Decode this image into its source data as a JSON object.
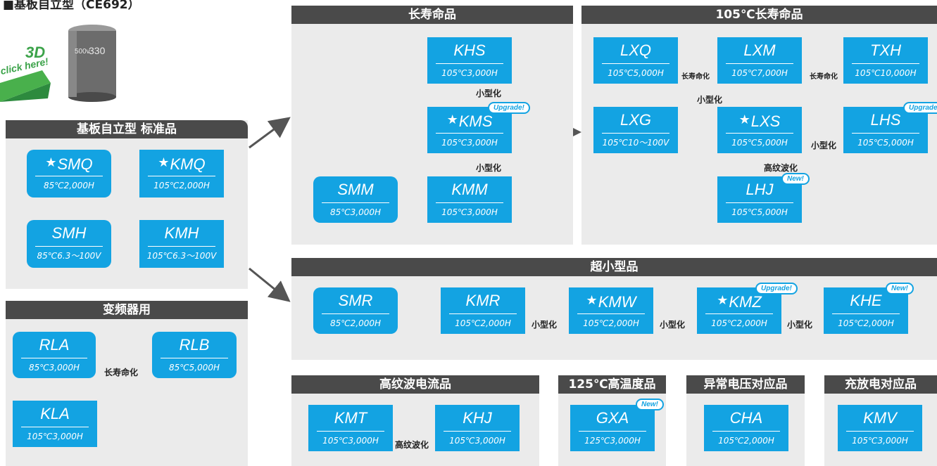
{
  "page_title": "■基板自立型（CE692）",
  "banner": {
    "big": "3D",
    "small": "click here!"
  },
  "sections": {
    "standard": "基板自立型 标准品",
    "inverter": "变频器用",
    "long_life": "长寿命品",
    "long_life_105": "105℃长寿命品",
    "ultra_small": "超小型品",
    "high_ripple": "高纹波电流品",
    "high_temp": "125℃高温度品",
    "abnormal_voltage": "异常电压对应品",
    "charge_discharge": "充放电对应品"
  },
  "products": {
    "SMQ": {
      "star": "★",
      "name": "SMQ",
      "spec": "85℃2,000H"
    },
    "KMQ": {
      "star": "★",
      "name": "KMQ",
      "spec": "105℃2,000H"
    },
    "SMH": {
      "name": "SMH",
      "spec": "85℃6.3～100V"
    },
    "KMH": {
      "name": "KMH",
      "spec": "105℃6.3～100V"
    },
    "RLA": {
      "name": "RLA",
      "spec": "85℃3,000H"
    },
    "RLB": {
      "name": "RLB",
      "spec": "85℃5,000H"
    },
    "KLA": {
      "name": "KLA",
      "spec": "105℃3,000H"
    },
    "KHS": {
      "name": "KHS",
      "spec": "105℃3,000H"
    },
    "KMS": {
      "star": "★",
      "name": "KMS",
      "spec": "105℃3,000H"
    },
    "KMM": {
      "name": "KMM",
      "spec": "105℃3,000H"
    },
    "SMM": {
      "name": "SMM",
      "spec": "85℃3,000H"
    },
    "LXQ": {
      "name": "LXQ",
      "spec": "105℃5,000H"
    },
    "LXM": {
      "name": "LXM",
      "spec": "105℃7,000H"
    },
    "TXH": {
      "name": "TXH",
      "spec": "105℃10,000H"
    },
    "LXG": {
      "name": "LXG",
      "spec": "105℃10～100V"
    },
    "LXS": {
      "star": "★",
      "name": "LXS",
      "spec": "105℃5,000H"
    },
    "LHS": {
      "name": "LHS",
      "spec": "105℃5,000H"
    },
    "LHJ": {
      "name": "LHJ",
      "spec": "105℃5,000H"
    },
    "SMR": {
      "name": "SMR",
      "spec": "85℃2,000H"
    },
    "KMR": {
      "name": "KMR",
      "spec": "105℃2,000H"
    },
    "KMW": {
      "star": "★",
      "name": "KMW",
      "spec": "105℃2,000H"
    },
    "KMZ": {
      "star": "★",
      "name": "KMZ",
      "spec": "105℃2,000H"
    },
    "KHE": {
      "name": "KHE",
      "spec": "105℃2,000H"
    },
    "KMT": {
      "name": "KMT",
      "spec": "105℃3,000H"
    },
    "KHJ": {
      "name": "KHJ",
      "spec": "105℃3,000H"
    },
    "GXA": {
      "name": "GXA",
      "spec": "125℃3,000H"
    },
    "CHA": {
      "name": "CHA",
      "spec": "105℃2,000H"
    },
    "KMV": {
      "name": "KMV",
      "spec": "105℃3,000H"
    }
  },
  "relations": {
    "long_life": "长寿命化",
    "miniaturize": "小型化",
    "high_ripple": "高纹波化"
  },
  "badges": {
    "upgrade": "Upgrade!",
    "new": "New!"
  },
  "capacitor_label": {
    "voltage": "500v",
    "capacitance": "330"
  },
  "colors": {
    "box": "#13a3e2",
    "header": "#4a4a4a",
    "panel": "#ebebeb",
    "arrow": "#555555"
  }
}
